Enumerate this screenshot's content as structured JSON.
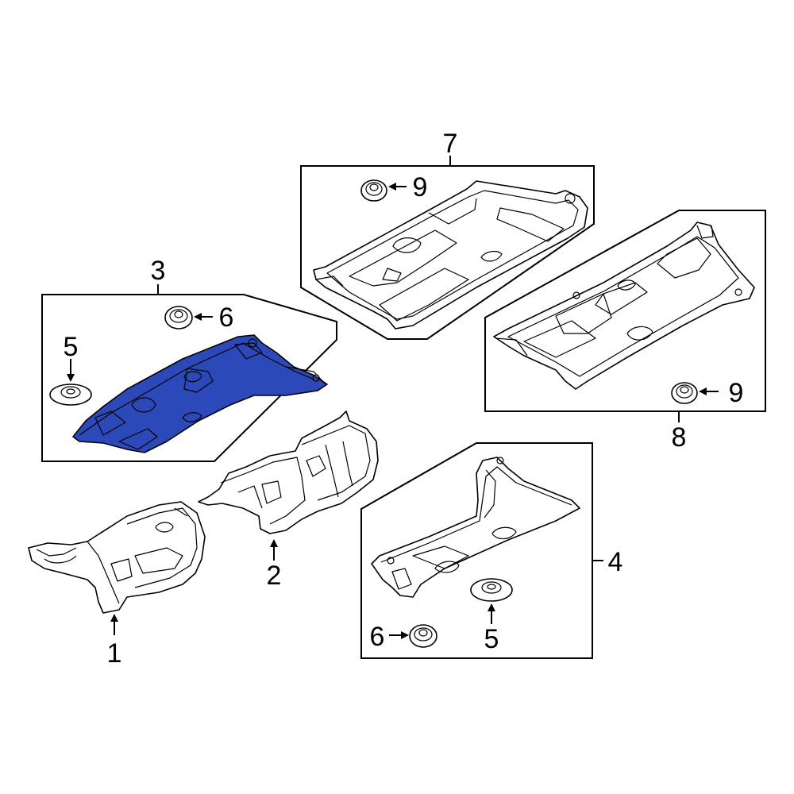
{
  "colors": {
    "highlight": "#2b49b8",
    "outline": "#000000",
    "background": "#ffffff"
  },
  "callouts": {
    "c1": "1",
    "c2": "2",
    "c3": "3",
    "c4": "4",
    "c5a": "5",
    "c5b": "5",
    "c6a": "6",
    "c6b": "6",
    "c7": "7",
    "c8": "8",
    "c9a": "9",
    "c9b": "9"
  }
}
